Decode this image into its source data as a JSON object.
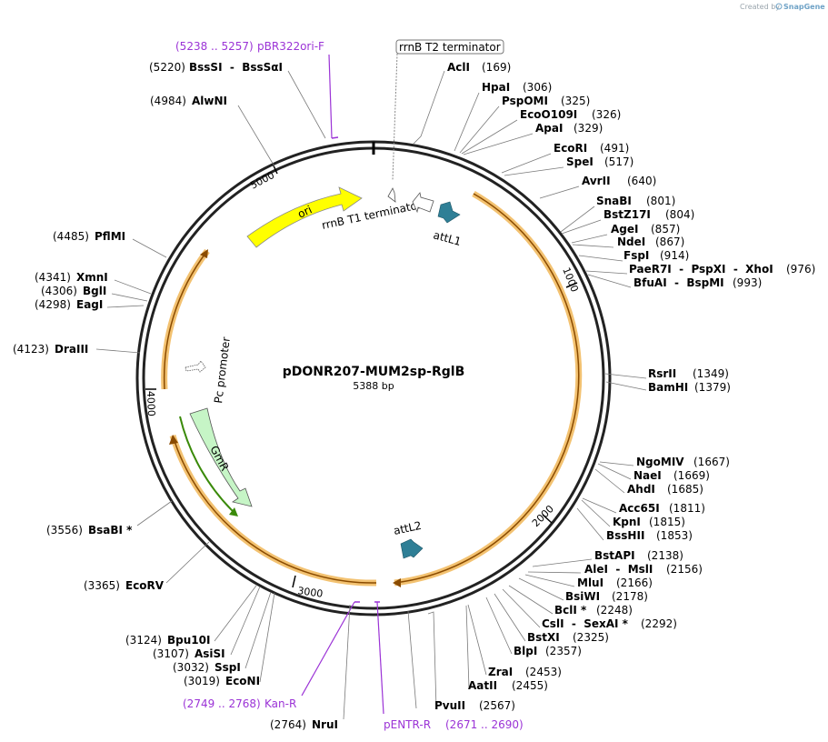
{
  "credit": {
    "created_by": "Created by",
    "brand": "SnapGene"
  },
  "plasmid": {
    "name": "pDONR207-MUM2sp-RglB",
    "size": "5388 bp"
  },
  "ticks": [
    "1000",
    "2000",
    "3000",
    "4000",
    "5000"
  ],
  "features": {
    "ori": "ori",
    "rrnb_t1": "rrnB T1 terminator",
    "attl1": "attL1",
    "attl2": "attL2",
    "pc_promoter": "Pc promoter",
    "gmr": "GmR"
  },
  "rrnb_t2": "rrnB T2 terminator",
  "primers": [
    {
      "range": "(5238 .. 5257)",
      "name": "pBR322ori-F"
    },
    {
      "range": "(2749 .. 2768)",
      "name": "Kan-R"
    },
    {
      "name": "pENTR-R",
      "range": "(2671 .. 2690)"
    }
  ],
  "sites_right": [
    {
      "name": "AclI",
      "pos": "(169)"
    },
    {
      "name": "HpaI",
      "pos": "(306)"
    },
    {
      "name": "PspOMI",
      "pos": "(325)"
    },
    {
      "name": "EcoO109I",
      "pos": "(326)"
    },
    {
      "name": "ApaI",
      "pos": "(329)"
    },
    {
      "name": "EcoRI",
      "pos": "(491)"
    },
    {
      "name": "SpeI",
      "pos": "(517)"
    },
    {
      "name": "AvrII",
      "pos": "(640)"
    },
    {
      "name": "SnaBI",
      "pos": "(801)"
    },
    {
      "name": "BstZ17I",
      "pos": "(804)"
    },
    {
      "name": "AgeI",
      "pos": "(857)"
    },
    {
      "name": "NdeI",
      "pos": "(867)"
    },
    {
      "name": "FspI",
      "pos": "(914)"
    },
    {
      "name": "PaeR7I  -  PspXI  -  XhoI",
      "pos": "(976)"
    },
    {
      "name": "BfuAI  -  BspMI",
      "pos": "(993)"
    },
    {
      "name": "RsrII",
      "pos": "(1349)"
    },
    {
      "name": "BamHI",
      "pos": "(1379)"
    },
    {
      "name": "NgoMIV",
      "pos": "(1667)"
    },
    {
      "name": "NaeI",
      "pos": "(1669)"
    },
    {
      "name": "AhdI",
      "pos": "(1685)"
    },
    {
      "name": "Acc65I",
      "pos": "(1811)"
    },
    {
      "name": "KpnI",
      "pos": "(1815)"
    },
    {
      "name": "BssHII",
      "pos": "(1853)"
    },
    {
      "name": "BstAPI",
      "pos": "(2138)"
    },
    {
      "name": "AleI  -  MslI",
      "pos": "(2156)"
    },
    {
      "name": "MluI",
      "pos": "(2166)"
    },
    {
      "name": "BsiWI",
      "pos": "(2178)"
    },
    {
      "name": "BclI *",
      "pos": "(2248)"
    },
    {
      "name": "CslI  -  SexAI *",
      "pos": "(2292)"
    },
    {
      "name": "BstXI",
      "pos": "(2325)"
    },
    {
      "name": "BlpI",
      "pos": "(2357)"
    },
    {
      "name": "ZraI",
      "pos": "(2453)"
    },
    {
      "name": "AatII",
      "pos": "(2455)"
    },
    {
      "name": "PvuII",
      "pos": "(2567)"
    }
  ],
  "sites_left": [
    {
      "pos": "(5220)",
      "name": "BssSI  -  BssSαI"
    },
    {
      "pos": "(4984)",
      "name": "AlwNI"
    },
    {
      "pos": "(4485)",
      "name": "PflMI"
    },
    {
      "pos": "(4341)",
      "name": "XmnI"
    },
    {
      "pos": "(4306)",
      "name": "BglI"
    },
    {
      "pos": "(4298)",
      "name": "EagI"
    },
    {
      "pos": "(4123)",
      "name": "DraIII"
    },
    {
      "pos": "(3556)",
      "name": "BsaBI *"
    },
    {
      "pos": "(3365)",
      "name": "EcoRV"
    },
    {
      "pos": "(3124)",
      "name": "Bpu10I"
    },
    {
      "pos": "(3107)",
      "name": "AsiSI"
    },
    {
      "pos": "(3032)",
      "name": "SspI"
    },
    {
      "pos": "(3019)",
      "name": "EcoNI"
    },
    {
      "pos": "(2764)",
      "name": "NruI"
    }
  ],
  "colors": {
    "ori": "#ffff00",
    "gmr": "#c6f5c6",
    "att": "#2f7f96",
    "orange": "#f3c271",
    "primer": "#9b33d6",
    "dark_orange": "#8a4b00",
    "green": "#3a8a0a"
  }
}
